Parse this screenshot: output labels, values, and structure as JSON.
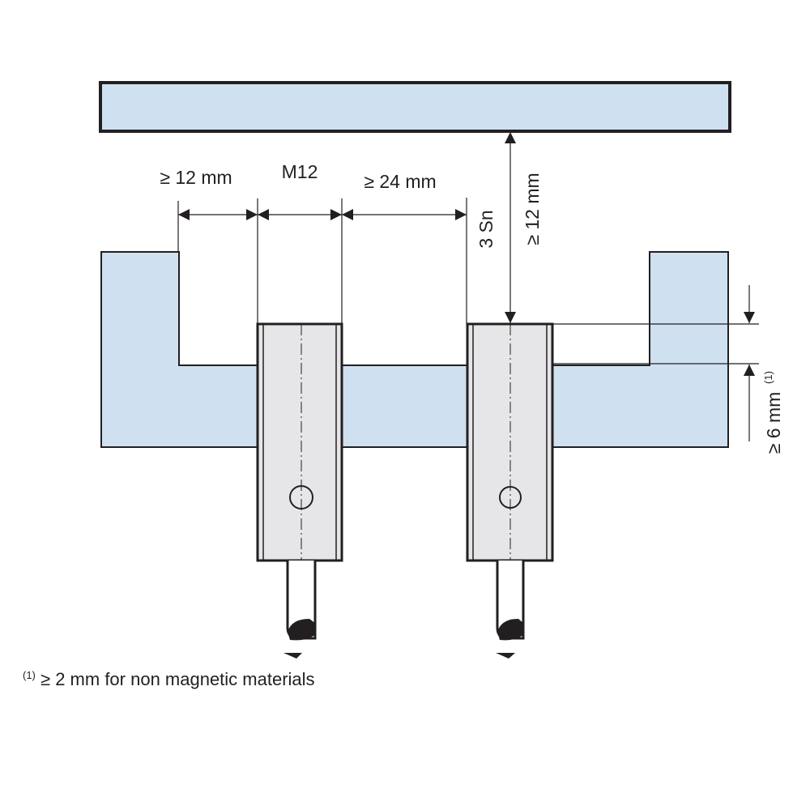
{
  "colors": {
    "plate": "#cfe0f1",
    "sensor_body": "#e6e6e8",
    "outline": "#231f20"
  },
  "dimensions": {
    "left_spacing": "≥ 12 mm",
    "sensor_size": "M12",
    "between_sensors": "≥ 24 mm",
    "vertical_gap": "≥ 12 mm",
    "sensing": "3 Sn",
    "protrusion": "≥ 6 mm",
    "protrusion_note_marker": "(1)"
  },
  "footnote": {
    "marker": "(1)",
    "text": "≥ 2 mm for non magnetic materials"
  }
}
